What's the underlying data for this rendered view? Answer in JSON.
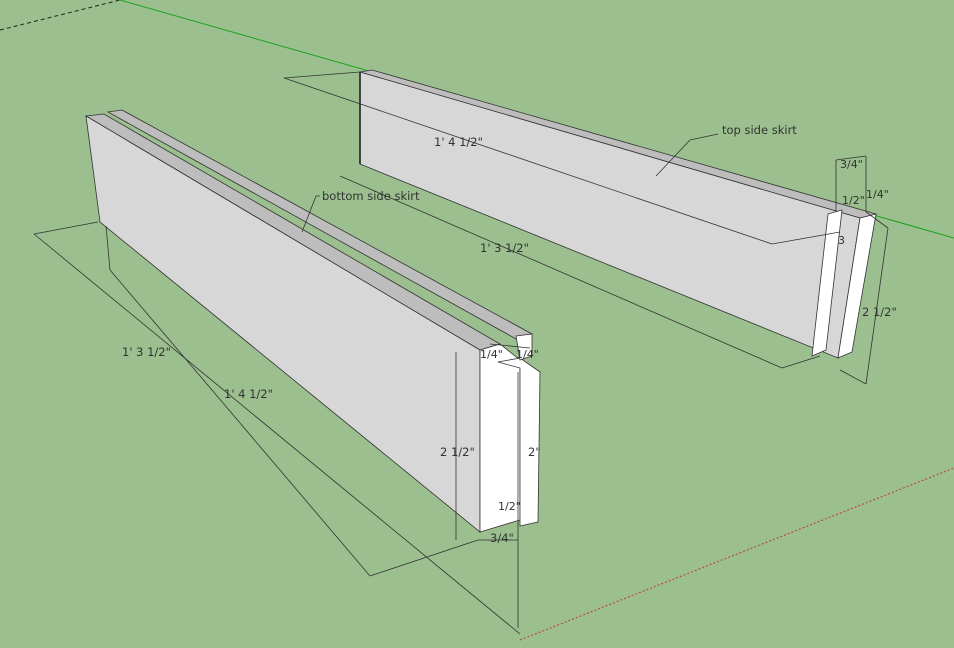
{
  "viewport": {
    "background": "#9bbf8e",
    "axis_green": "#1aa31a",
    "axis_red": "#c23a2a",
    "face_light": "#d7d7d7",
    "face_mid": "#bdbdbd",
    "face_dark": "#8f8f8f",
    "white": "#ffffff"
  },
  "top_skirt": {
    "label": "top side skirt",
    "dim_length_top": "1' 4 1/2\"",
    "dim_length_bottom": "1' 3 1/2\"",
    "dim_width": "3/4\"",
    "dim_tongue": "1/2\"",
    "dim_quarter": "1/4\"",
    "dim_three": "3",
    "dim_height": "2 1/2\""
  },
  "bottom_skirt": {
    "label": "bottom side skirt",
    "dim_length_outer": "1' 3 1/2\"",
    "dim_length_inner": "1' 4 1/2\"",
    "dim_height": "2 1/2\"",
    "dim_tongue_height": "2\"",
    "dim_quarter_a": "1/4\"",
    "dim_quarter_b": "1/4\"",
    "dim_half": "1/2\"",
    "dim_width": "3/4\""
  }
}
